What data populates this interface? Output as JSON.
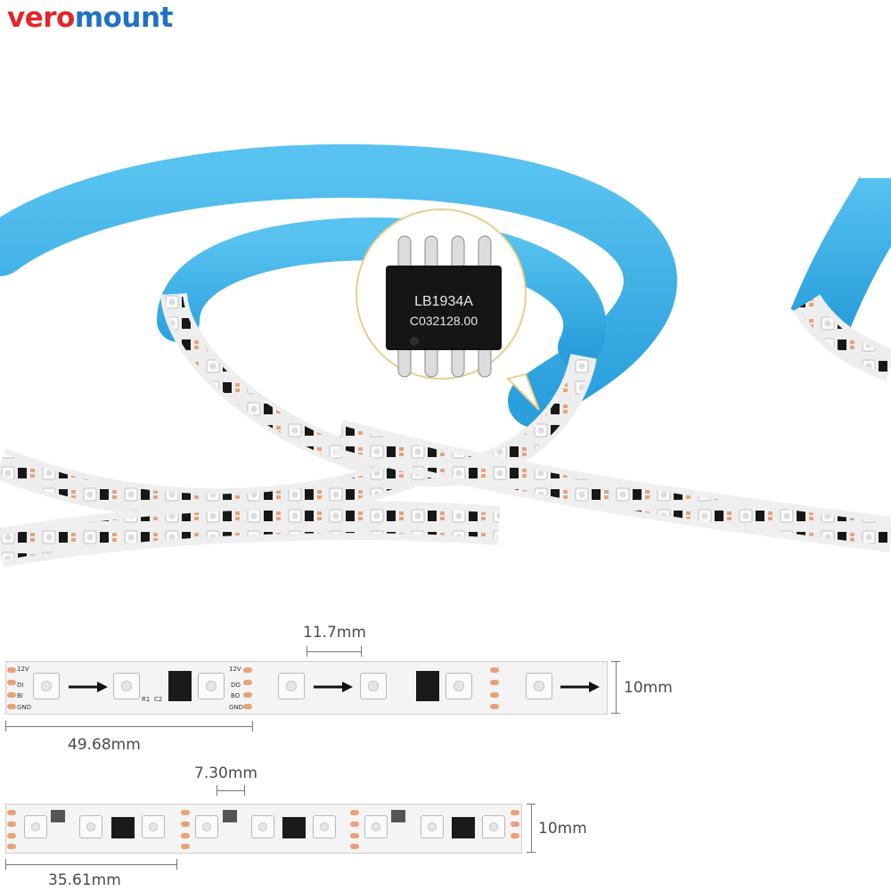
{
  "brand": {
    "part1": "vero",
    "part2": "mount"
  },
  "chip": {
    "line1": "LB1934A",
    "line2": "C032128.00"
  },
  "colors": {
    "brand_red": "#e2262b",
    "brand_blue": "#1f72c4",
    "backing_blue": "#3fb2e8",
    "pcb_white": "#f2f2f2",
    "chip_black": "#151515",
    "solder_pad": "#e8a27a"
  },
  "strip1": {
    "segment_spacing": "11.7mm",
    "cut_length": "49.68mm",
    "width": "10mm",
    "labels": {
      "v12": "12V",
      "di": "DI",
      "bi": "BI",
      "gnd": "GND",
      "do": "DO",
      "bo": "BO",
      "r1": "R1",
      "c2": "C2"
    }
  },
  "strip2": {
    "segment_spacing": "7.30mm",
    "cut_length": "35.61mm",
    "width": "10mm"
  }
}
